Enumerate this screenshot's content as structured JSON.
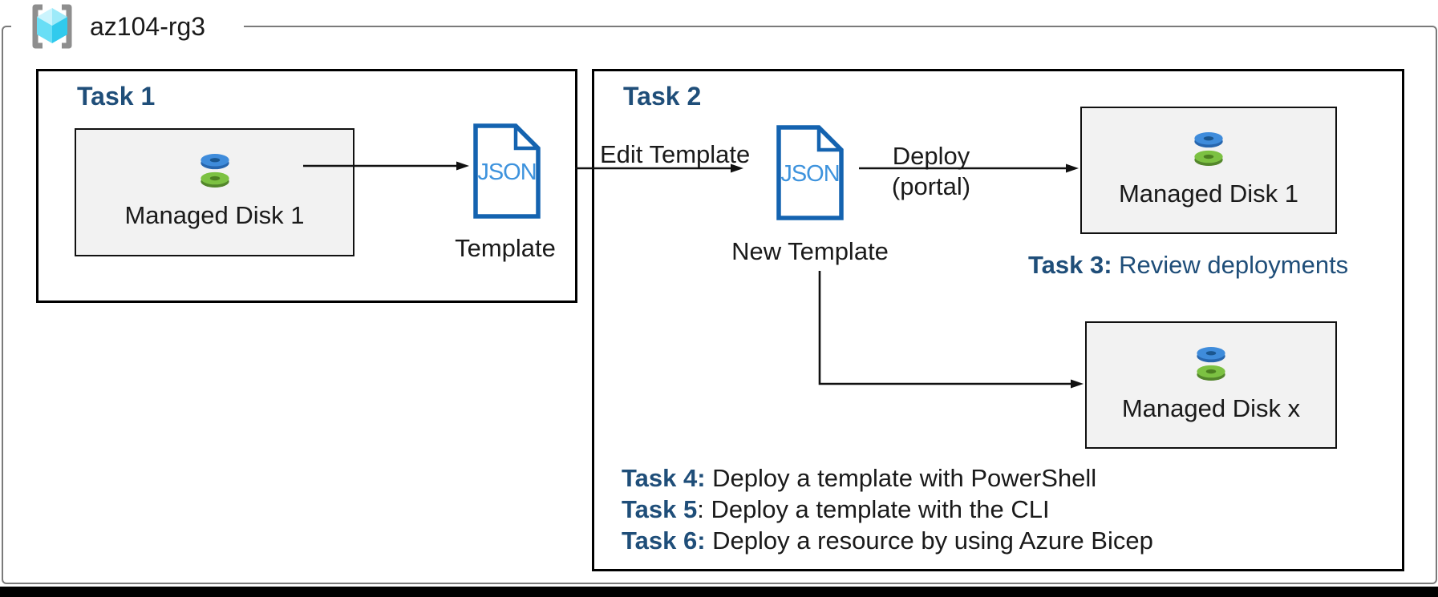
{
  "resource_group": {
    "name": "az104-rg3"
  },
  "task1": {
    "title": "Task 1",
    "disk": {
      "label": "Managed Disk 1"
    },
    "template_label": "Template"
  },
  "task2": {
    "title": "Task 2",
    "edit_arrow_label": "Edit Template",
    "new_template_label": "New Template",
    "deploy_line1": "Deploy",
    "deploy_line2": "(portal)",
    "disk1": {
      "label": "Managed Disk 1"
    },
    "diskx": {
      "label": "Managed Disk x"
    },
    "task3": {
      "prefix": "Task 3:",
      "text": " Review deployments"
    },
    "task_list": [
      {
        "prefix": "Task 4:",
        "rest": " Deploy a template with PowerShell"
      },
      {
        "prefix": "Task 5",
        "rest": ": Deploy a template with the CLI"
      },
      {
        "prefix": "Task 6:",
        "rest": " Deploy a resource by using Azure Bicep"
      }
    ]
  },
  "file_badge": "JSON",
  "colors": {
    "task_heading_blue": "#1f4e79",
    "json_outline_blue": "#1463b0",
    "json_text_blue": "#3e93dd",
    "disk_top_blue": "#3f8cdb",
    "disk_top_green": "#7cc142",
    "resource_box_fill": "#f2f2f2",
    "boundary_gray": "#7a7a7a",
    "connector_black": "#111111",
    "bottom_bar_black": "#000000"
  }
}
